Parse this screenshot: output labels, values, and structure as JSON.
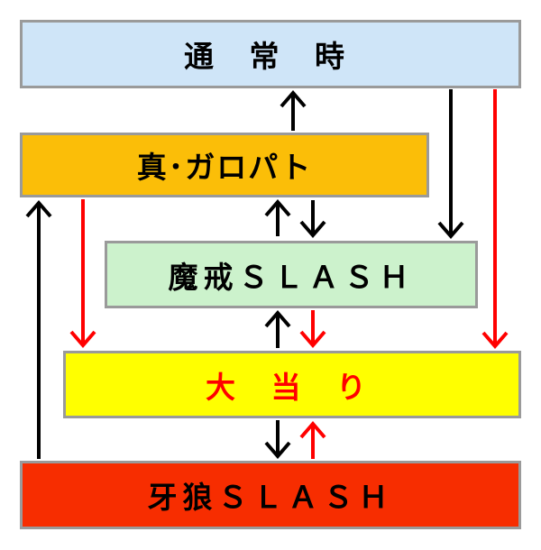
{
  "nodes": {
    "normal": {
      "label": "通 常 時",
      "fill": "#cfe5f8"
    },
    "shin_garopato": {
      "label": "真･ガロパト",
      "fill": "#fbbe08"
    },
    "makai_slash": {
      "label": "魔戒ＳＬＡＳＨ",
      "fill": "#ccf2cc"
    },
    "ooatari": {
      "label": "大 当 り",
      "fill": "#ffff00",
      "text_color": "#ff0000"
    },
    "garou_slash": {
      "label": "牙狼ＳＬＡＳＨ",
      "fill": "#f72d00"
    }
  },
  "edges": [
    {
      "from": "shin_garopato",
      "to": "normal",
      "color": "#000000"
    },
    {
      "from": "normal",
      "to": "makai_slash",
      "color": "#000000"
    },
    {
      "from": "normal",
      "to": "ooatari",
      "color": "#ff0000"
    },
    {
      "from": "makai_slash",
      "to": "shin_garopato",
      "color": "#000000"
    },
    {
      "from": "shin_garopato",
      "to": "makai_slash",
      "color": "#000000"
    },
    {
      "from": "shin_garopato",
      "to": "ooatari",
      "color": "#ff0000"
    },
    {
      "from": "ooatari",
      "to": "makai_slash",
      "color": "#000000"
    },
    {
      "from": "makai_slash",
      "to": "ooatari",
      "color": "#ff0000"
    },
    {
      "from": "ooatari",
      "to": "garou_slash",
      "color": "#000000"
    },
    {
      "from": "garou_slash",
      "to": "ooatari",
      "color": "#ff0000"
    },
    {
      "from": "garou_slash",
      "to": "shin_garopato",
      "color": "#000000"
    }
  ],
  "colors": {
    "border": "#9a9a9a",
    "black_arrow": "#000000",
    "red_arrow": "#ff0000"
  }
}
